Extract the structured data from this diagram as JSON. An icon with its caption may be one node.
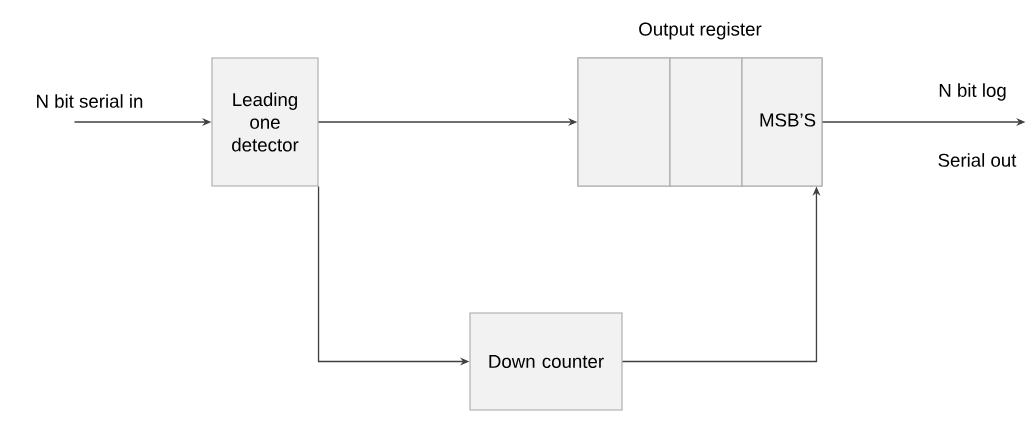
{
  "diagram": {
    "nodes": [
      {
        "text": [
          "Leading one detector"
        ]
      },
      {
        "text": [
          "Output register"
        ]
      },
      {
        "text": [],
        "shape": "box",
        "in": 1
      },
      {
        "text": [],
        "shape": "box",
        "in": 1
      },
      {
        "text": [
          "MSB’S"
        ],
        "in": 1
      },
      {
        "text": [
          "Down counter"
        ]
      }
    ],
    "edges": [
      {
        "from": null,
        "to": 0,
        "arrow": "to",
        "label": "N bit serial in"
      },
      {
        "from": 0,
        "to": 2,
        "arrow": "to"
      },
      {
        "from": 0,
        "to": 5,
        "arrow": "to"
      },
      {
        "from": 5,
        "to": 4,
        "arrow": "to"
      },
      {
        "from": 4,
        "to": null,
        "arrow": "to",
        "label": "N bit log"
      }
    ],
    "labels": [
      "Serial out"
    ]
  }
}
